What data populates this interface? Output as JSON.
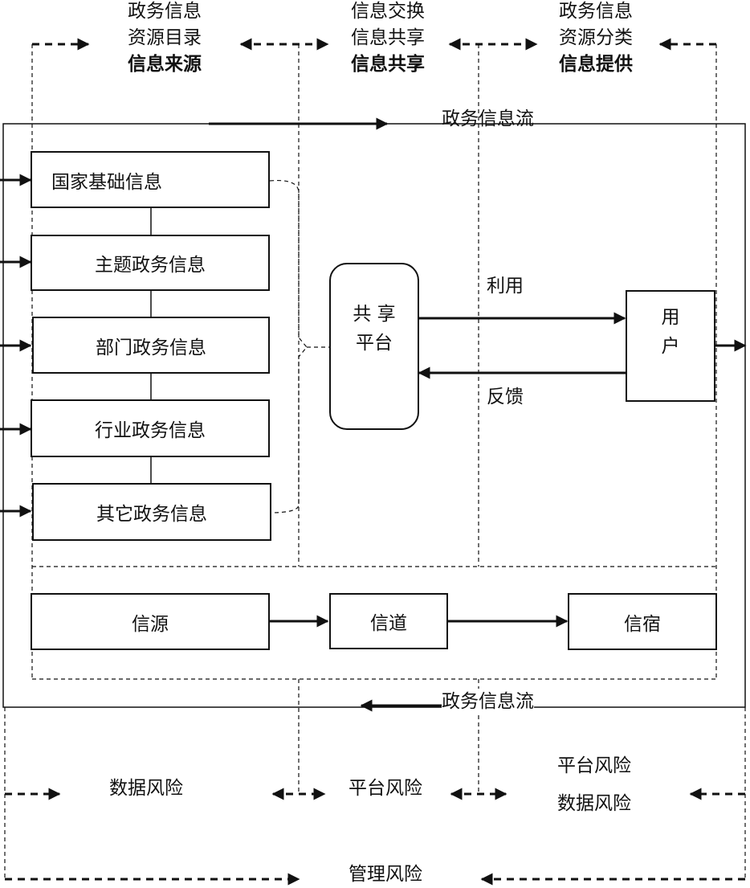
{
  "top": {
    "left": {
      "line1": "政务信息",
      "line2": "资源目录",
      "line3": "信息来源"
    },
    "middle": {
      "line1": "信息交换",
      "line2": "信息共享",
      "line3": "信息共享"
    },
    "right": {
      "line1": "政务信息",
      "line2": "资源分类",
      "line3": "信息提供"
    }
  },
  "flow_top_label": "政务信息流",
  "flow_bottom_label": "政务信息流",
  "info_boxes": [
    "国家基础信息",
    "主题政务信息",
    "部门政务信息",
    "行业政务信息",
    "其它政务信息"
  ],
  "platform": {
    "line1": "共 享",
    "line2": "平台"
  },
  "user": {
    "line1": "用",
    "line2": "户"
  },
  "use_label": "利用",
  "feedback_label": "反馈",
  "channel": {
    "source": "信源",
    "channel": "信道",
    "sink": "信宿"
  },
  "risks": {
    "data": "数据风险",
    "platform": "平台风险",
    "right_line1": "平台风险",
    "right_line2": "数据风险",
    "management": "管理风险"
  }
}
